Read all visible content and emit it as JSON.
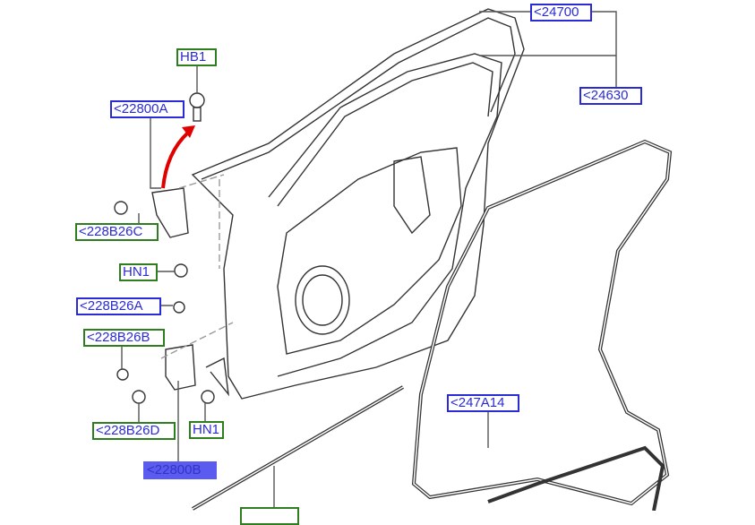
{
  "diagram": {
    "colors": {
      "green_border": "#2e7d1e",
      "blue_border": "#2b2bd6",
      "label_text": "#2b2bd6",
      "selected_fill": "#5b5bf0",
      "arrow": "#e00000"
    },
    "callouts": [
      {
        "id": "hb1",
        "label": "HB1",
        "style": "green"
      },
      {
        "id": "22800a",
        "label": "<22800A",
        "style": "blue"
      },
      {
        "id": "228b26c",
        "label": "<228B26C",
        "style": "green"
      },
      {
        "id": "hn1-upper",
        "label": "HN1",
        "style": "green"
      },
      {
        "id": "228b26a",
        "label": "<228B26A",
        "style": "blue"
      },
      {
        "id": "228b26b",
        "label": "<228B26B",
        "style": "green"
      },
      {
        "id": "228b26d",
        "label": "<228B26D",
        "style": "green"
      },
      {
        "id": "hn1-lower",
        "label": "HN1",
        "style": "green"
      },
      {
        "id": "22800b",
        "label": "<22800B",
        "style": "selected"
      },
      {
        "id": "24700",
        "label": "<24700",
        "style": "blue"
      },
      {
        "id": "24630",
        "label": "<24630",
        "style": "blue"
      },
      {
        "id": "247a14",
        "label": "<247A14",
        "style": "blue"
      },
      {
        "id": "bottom",
        "label": "",
        "style": "green"
      }
    ]
  }
}
